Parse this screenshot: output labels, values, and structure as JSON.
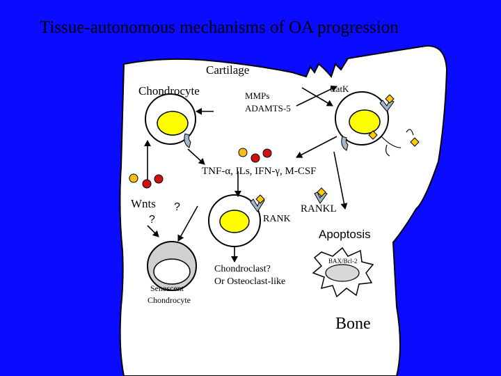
{
  "title": "Tissue-autonomous mechanisms of OA progression",
  "labels": {
    "cartilage": "Cartilage",
    "chondrocyte": "Chondrocyte",
    "mmps": "MMPs",
    "adamts": "ADAMTS-5",
    "catk": "CatK",
    "cytokines": "TNF-α, ILs, IFN-γ, M-CSF",
    "wnts": "Wnts",
    "q_wnts": "?",
    "q_mid": "?",
    "rank": "RANK",
    "rankl": "RANKL",
    "apoptosis": "Apoptosis",
    "senescent_1": "Senescent",
    "senescent_2": "Chondrocyte",
    "chondroclast_1": "Chondroclast?",
    "chondroclast_2": "Or Osteoclast-like",
    "bax": "BAX/Bcl-2",
    "bone": "Bone"
  },
  "colors": {
    "background": "#0a0bff",
    "tissue": "#ffffff",
    "nucleus": "#ffff00",
    "dead_cell": "#d8d8d8",
    "senescent_nucleus": "#b4b4b4",
    "receptor": "#9fb7c8",
    "red_dot": "#d01010",
    "yellow_dot": "#f0c020"
  }
}
